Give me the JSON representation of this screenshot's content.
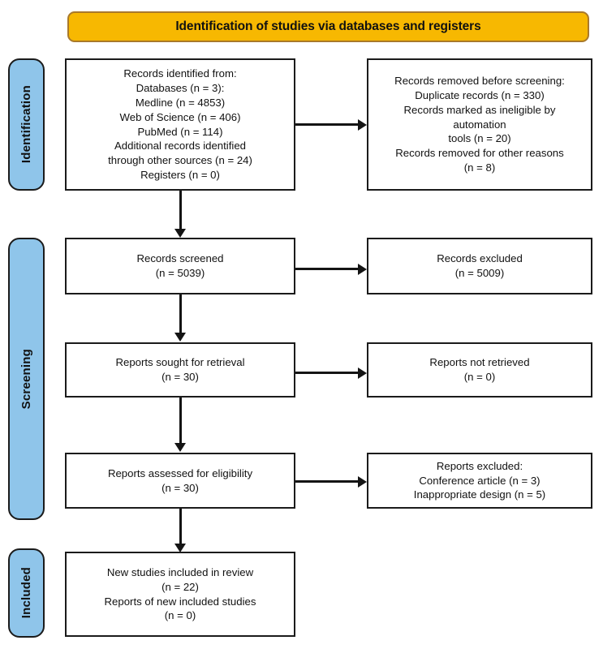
{
  "banner": {
    "title": "Identification of studies via databases and registers"
  },
  "colors": {
    "banner_fill": "#F7B801",
    "banner_border": "#A9792B",
    "stage_fill": "#8FC5EA",
    "stage_border": "#1b1b1b",
    "box_border": "#1b1b1b",
    "connector": "#141414",
    "text": "#111111",
    "page_background": "#ffffff"
  },
  "stages": [
    {
      "label": "Identification"
    },
    {
      "label": "Screening"
    },
    {
      "label": "Included"
    }
  ],
  "chart_data": {
    "type": "flowchart",
    "title": "Identification of studies via databases and registers",
    "nodes": [
      {
        "id": "records-identified",
        "column": "left",
        "stage": "Identification",
        "lines": [
          "Records identified from:",
          "Databases (n = 3):",
          "Medline (n = 4853)",
          "Web of Science (n = 406)",
          "PubMed (n = 114)",
          "Additional records identified",
          "through other sources (n = 24)",
          "Registers (n = 0)"
        ]
      },
      {
        "id": "records-removed",
        "column": "right",
        "stage": "Identification",
        "lines": [
          "Records removed before screening:",
          "Duplicate records (n = 330)",
          "Records marked as ineligible by",
          "automation",
          "tools (n = 20)",
          "Records removed for other reasons",
          "(n = 8)"
        ]
      },
      {
        "id": "records-screened",
        "column": "left",
        "stage": "Screening",
        "lines": [
          "Records screened",
          "(n = 5039)"
        ]
      },
      {
        "id": "records-excluded",
        "column": "right",
        "stage": "Screening",
        "lines": [
          "Records excluded",
          "(n = 5009)"
        ]
      },
      {
        "id": "reports-sought",
        "column": "left",
        "stage": "Screening",
        "lines": [
          "Reports sought for retrieval",
          "(n = 30)"
        ]
      },
      {
        "id": "reports-not-retrieved",
        "column": "right",
        "stage": "Screening",
        "lines": [
          "Reports not retrieved",
          "(n = 0)"
        ]
      },
      {
        "id": "reports-assessed",
        "column": "left",
        "stage": "Screening",
        "lines": [
          "Reports assessed for eligibility",
          "(n = 30)"
        ]
      },
      {
        "id": "reports-excluded",
        "column": "right",
        "stage": "Screening",
        "lines": [
          "Reports excluded:",
          "Conference article (n = 3)",
          "Inappropriate design (n = 5)"
        ]
      },
      {
        "id": "new-studies-included",
        "column": "left",
        "stage": "Included",
        "lines": [
          "New studies included in review",
          "(n = 22)",
          "Reports of new included studies",
          "(n = 0)"
        ]
      }
    ],
    "edges": [
      {
        "from": "records-identified",
        "to": "records-removed",
        "direction": "right"
      },
      {
        "from": "records-identified",
        "to": "records-screened",
        "direction": "down"
      },
      {
        "from": "records-screened",
        "to": "records-excluded",
        "direction": "right"
      },
      {
        "from": "records-screened",
        "to": "reports-sought",
        "direction": "down"
      },
      {
        "from": "reports-sought",
        "to": "reports-not-retrieved",
        "direction": "right"
      },
      {
        "from": "reports-sought",
        "to": "reports-assessed",
        "direction": "down"
      },
      {
        "from": "reports-assessed",
        "to": "reports-excluded",
        "direction": "right"
      },
      {
        "from": "reports-assessed",
        "to": "new-studies-included",
        "direction": "down"
      }
    ],
    "counts": {
      "databases": 3,
      "medline": 4853,
      "web_of_science": 406,
      "pubmed": 114,
      "other_sources": 24,
      "registers": 0,
      "duplicate_records": 330,
      "automation_tools": 20,
      "other_reasons": 8,
      "records_screened": 5039,
      "records_excluded": 5009,
      "reports_sought": 30,
      "reports_not_retrieved": 0,
      "reports_assessed": 30,
      "conference_article": 3,
      "inappropriate_design": 5,
      "new_studies_included": 22,
      "reports_of_new_included": 0
    }
  }
}
